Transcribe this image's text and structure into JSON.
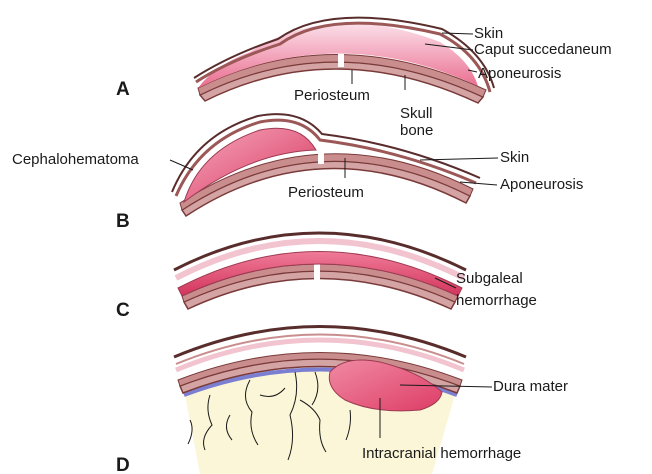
{
  "panels": [
    {
      "letter": "A",
      "labels": {
        "skin": "Skin",
        "caput": "Caput succedaneum",
        "aponeurosis": "Aponeurosis",
        "periosteum": "Periosteum",
        "skull_line1": "Skull",
        "skull_line2": "bone"
      }
    },
    {
      "letter": "B",
      "labels": {
        "cephalohematoma": "Cephalohematoma",
        "skin": "Skin",
        "aponeurosis": "Aponeurosis",
        "periosteum": "Periosteum"
      }
    },
    {
      "letter": "C",
      "labels": {
        "subgaleal_line1": "Subgaleal",
        "subgaleal_line2": "hemorrhage"
      }
    },
    {
      "letter": "D",
      "labels": {
        "dura": "Dura mater",
        "intracranial": "Intracranial hemorrhage"
      }
    }
  ],
  "colors": {
    "skin": "#c48a8a",
    "skin_outline": "#5a2d2d",
    "bone": "#d4a3a3",
    "bone_outline": "#7a3a3a",
    "hemorrhage": "#e0486e",
    "hemorrhage_light": "#f6c3d2",
    "dura": "#7b7fd1",
    "brain": "#fbf6d7"
  }
}
